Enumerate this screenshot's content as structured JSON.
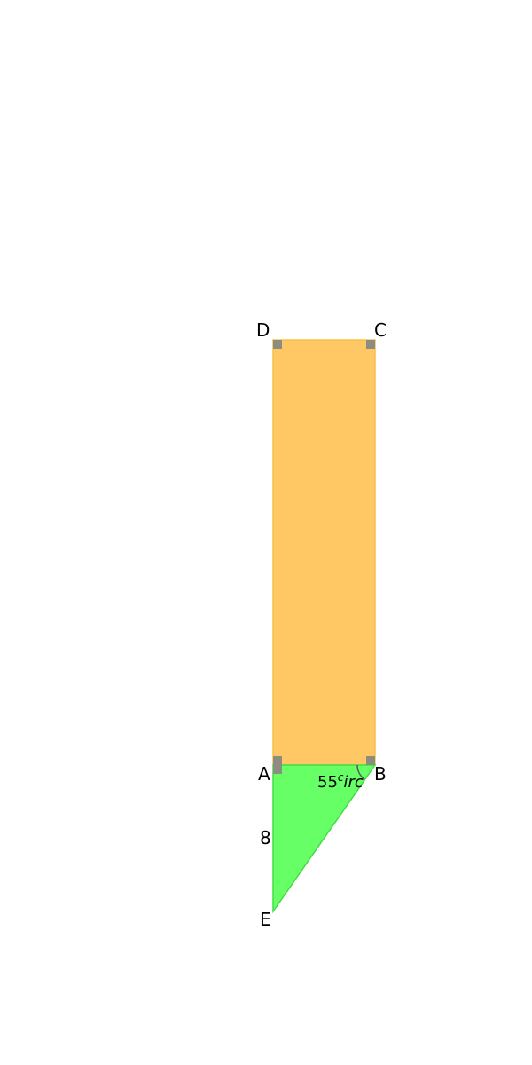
{
  "diagram": {
    "points": {
      "A": "A",
      "B": "B",
      "C": "C",
      "D": "D",
      "E": "E"
    },
    "side_label_AE": "8",
    "angle_label_main": "55",
    "angle_label_sup": "c",
    "angle_label_italic": "irc",
    "colors": {
      "rectangle_fill": "#FFC864",
      "rectangle_stroke": "#F5C04A",
      "triangle_fill": "#66FF66",
      "triangle_stroke": "#44DD44",
      "right_angle_marker": "#8C8C80",
      "angle_arc": "#555555"
    }
  }
}
